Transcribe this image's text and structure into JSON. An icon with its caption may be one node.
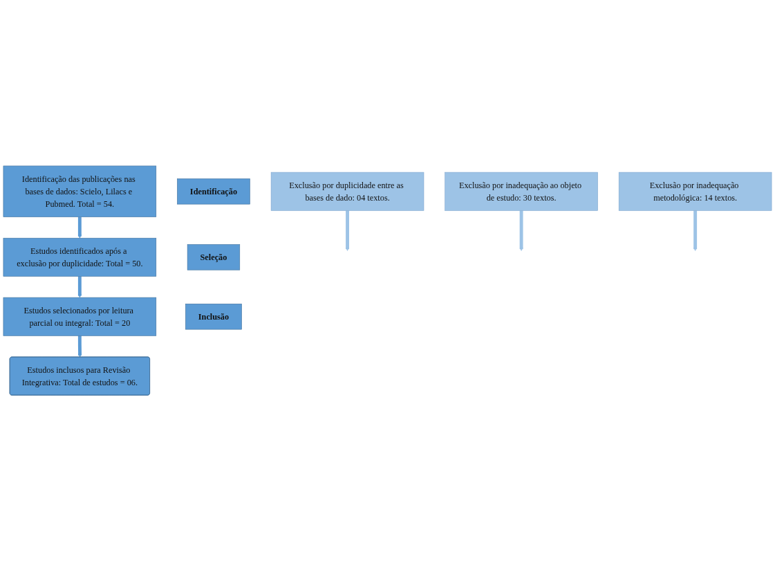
{
  "diagram": {
    "nodes": [
      {
        "text": [
          "Identificação"
        ]
      },
      {
        "text": [
          "Identificação das publicações nas bases de dados: Scielo, Lilacs e Pubmed. Total = 54."
        ]
      },
      {
        "text": [
          "Exclusão por duplicidade entre as bases de dado: 04 textos."
        ]
      },
      {
        "text": [
          "Seleção"
        ]
      },
      {
        "text": [
          "Estudos identificados após a exclusão por duplicidade: Total = 50."
        ]
      },
      {
        "text": [
          "Exclusão por inadequação ao objeto de estudo: 30 textos."
        ]
      },
      {
        "text": [
          "Estudos selecionados por leitura parcial ou integral: Total = 20"
        ]
      },
      {
        "text": [
          "Exclusão por inadequação metodológica: 14 textos."
        ]
      },
      {
        "text": [
          "Inclusão"
        ]
      },
      {
        "text": [
          "Estudos inclusos para Revisão Integrativa: Total de estudos = 06."
        ]
      }
    ],
    "edges": [
      {
        "from": 1,
        "to": 4,
        "arrow": "to"
      },
      {
        "from": 2,
        "to": null,
        "arrow": "to",
        "color": "#9dc3e6"
      },
      {
        "from": 4,
        "to": 6,
        "arrow": "to"
      },
      {
        "from": 5,
        "to": null,
        "arrow": "to",
        "color": "#9dc3e6"
      },
      {
        "from": 6,
        "to": 9,
        "arrow": "to"
      },
      {
        "from": 7,
        "to": null,
        "arrow": "to",
        "color": "#9dc3e6"
      }
    ]
  }
}
